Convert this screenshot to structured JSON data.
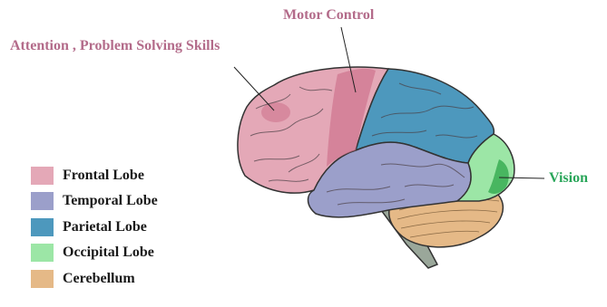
{
  "annotations": {
    "attention": "Attention , Problem Solving Skills",
    "motor": "Motor Control",
    "vision": "Vision"
  },
  "legend": [
    {
      "label": "Frontal Lobe",
      "color": "#e4a8b7"
    },
    {
      "label": "Temporal Lobe",
      "color": "#9b9fca"
    },
    {
      "label": "Parietal Lobe",
      "color": "#4d98bd"
    },
    {
      "label": "Occipital Lobe",
      "color": "#9ce6a6"
    },
    {
      "label": "Cerebellum",
      "color": "#e5b987"
    }
  ],
  "colors": {
    "annotation_pink": "#b36b8a",
    "annotation_green": "#2aa65a",
    "stem": "#9aa79a",
    "highlight_pink": "#cc6f8b",
    "vision_dark": "#48b660"
  }
}
